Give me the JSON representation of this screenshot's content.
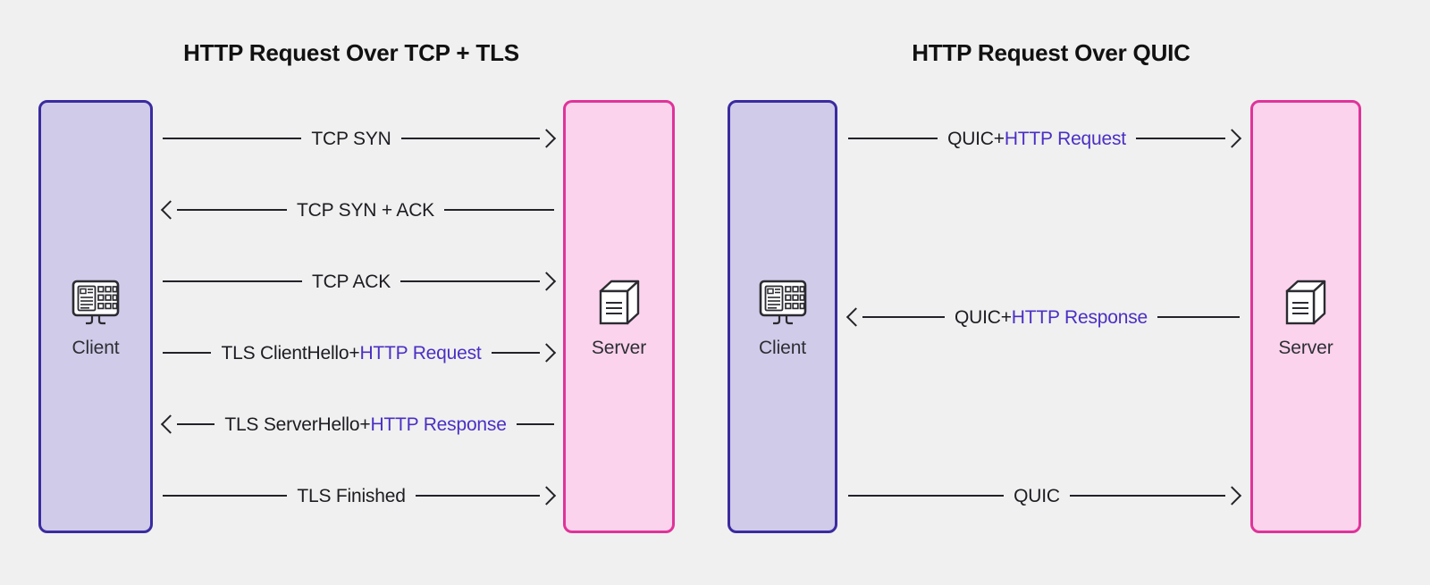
{
  "background_color": "#f0f0f0",
  "accent_colors": {
    "client_fill": "#cfcbe8",
    "client_border": "#3a2ba0",
    "server_fill": "#fbd3ec",
    "server_border": "#e0339a",
    "http_highlight": "#4b2fc4",
    "line": "#222228"
  },
  "panels": [
    {
      "id": "tcp-tls",
      "title": "HTTP Request Over TCP + TLS",
      "left_node": {
        "label": "Client",
        "icon": "client-monitor-icon"
      },
      "right_node": {
        "label": "Server",
        "icon": "server-box-icon"
      },
      "messages": [
        {
          "direction": "right",
          "prefix": "TCP SYN",
          "highlight": ""
        },
        {
          "direction": "left",
          "prefix": "TCP SYN + ACK",
          "highlight": ""
        },
        {
          "direction": "right",
          "prefix": "TCP ACK",
          "highlight": ""
        },
        {
          "direction": "right",
          "prefix": "TLS ClientHello+",
          "highlight": "HTTP Request"
        },
        {
          "direction": "left",
          "prefix": "TLS ServerHello+",
          "highlight": "HTTP Response"
        },
        {
          "direction": "right",
          "prefix": "TLS Finished",
          "highlight": ""
        }
      ]
    },
    {
      "id": "quic",
      "title": "HTTP Request Over QUIC",
      "left_node": {
        "label": "Client",
        "icon": "client-monitor-icon"
      },
      "right_node": {
        "label": "Server",
        "icon": "server-box-icon"
      },
      "messages": [
        {
          "direction": "right",
          "prefix": "QUIC+",
          "highlight": "HTTP Request"
        },
        {
          "direction": "left",
          "prefix": "QUIC+",
          "highlight": "HTTP Response"
        },
        {
          "direction": "right",
          "prefix": "QUIC",
          "highlight": ""
        }
      ]
    }
  ]
}
